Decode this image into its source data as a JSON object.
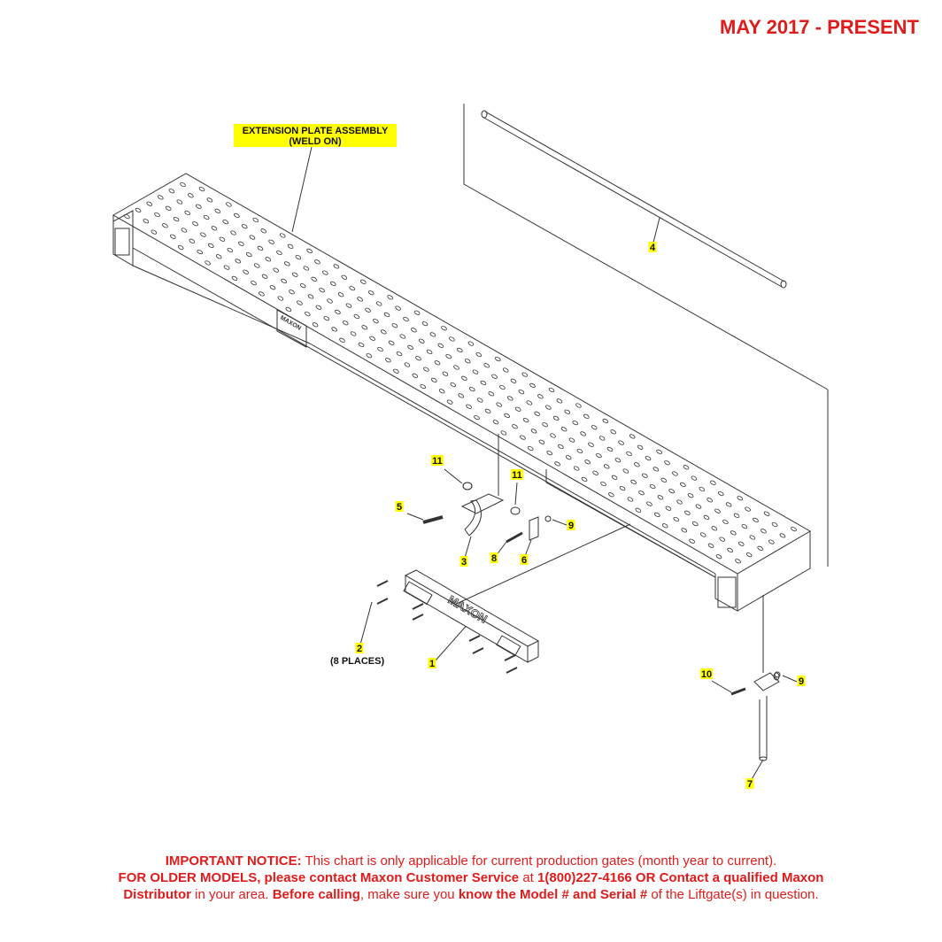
{
  "header": {
    "date_range": "MAY 2017 - PRESENT"
  },
  "title_callout": {
    "line1": "EXTENSION PLATE ASSEMBLY",
    "line2": "(WELD ON)"
  },
  "callouts": [
    {
      "id": "c4",
      "label": "4"
    },
    {
      "id": "c11a",
      "label": "11"
    },
    {
      "id": "c11b",
      "label": "11"
    },
    {
      "id": "c5",
      "label": "5"
    },
    {
      "id": "c3",
      "label": "3"
    },
    {
      "id": "c8",
      "label": "8"
    },
    {
      "id": "c6",
      "label": "6"
    },
    {
      "id": "c9a",
      "label": "9"
    },
    {
      "id": "c2",
      "label": "2"
    },
    {
      "id": "c1",
      "label": "1"
    },
    {
      "id": "c10",
      "label": "10"
    },
    {
      "id": "c9b",
      "label": "9"
    },
    {
      "id": "c7",
      "label": "7"
    }
  ],
  "places_note": "(8 PLACES)",
  "logo": {
    "text": "MAXON"
  },
  "notice": {
    "l1_bold": "IMPORTANT NOTICE:",
    "l1_rest": " This chart is only applicable for current production gates (month year to current).",
    "l2_bold": "FOR OLDER MODELS, please contact Maxon Customer Service",
    "l2_mid": " at ",
    "l2_bold2": "1(800)227-4166 OR Contact a qualified Maxon",
    "l3_bold": "Distributor",
    "l3_a": " in your area. ",
    "l3_bold2": "Before calling",
    "l3_b": ", make sure you ",
    "l3_bold3": "know the Model # and Serial #",
    "l3_c": " of the Liftgate(s) in question."
  },
  "colors": {
    "accent": "#e01b1b",
    "callout": "#ffff00",
    "line": "#333333"
  }
}
